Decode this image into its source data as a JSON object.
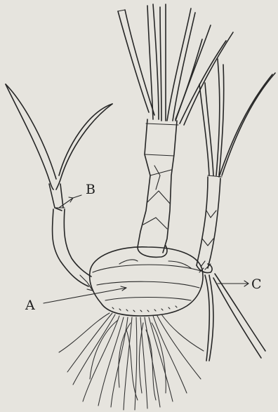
{
  "figure": {
    "labels": {
      "a": "A",
      "b": "B",
      "c": "C"
    },
    "colors": {
      "paper": "#e6e4de",
      "ink": "#262626"
    }
  }
}
